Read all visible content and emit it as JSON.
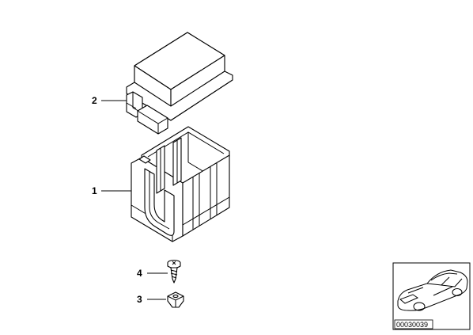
{
  "callouts": [
    {
      "label": "1",
      "part": "fuse-box-housing"
    },
    {
      "label": "2",
      "part": "fuse-box-cover"
    },
    {
      "label": "3",
      "part": "clip-nut"
    },
    {
      "label": "4",
      "part": "self-tapping-screw"
    }
  ],
  "thumbnail": {
    "code": "00030039",
    "icon": "car-sedan-icon"
  },
  "colors": {
    "line": "#000000",
    "background": "#ffffff"
  }
}
